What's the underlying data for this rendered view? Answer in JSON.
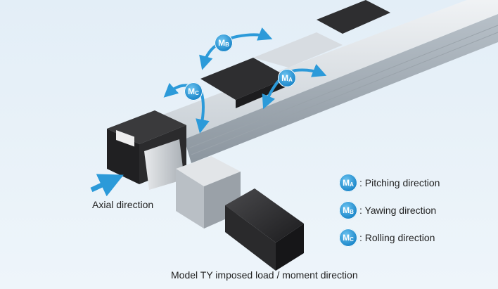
{
  "moments": {
    "ma": {
      "symbol": "M",
      "sub": "A",
      "label": ": Pitching direction"
    },
    "mb": {
      "symbol": "M",
      "sub": "B",
      "label": ": Yawing direction"
    },
    "mc": {
      "symbol": "M",
      "sub": "C",
      "label": ": Rolling direction"
    }
  },
  "axial_label": "Axial direction",
  "caption": "Model TY imposed load / moment direction",
  "colors": {
    "accent": "#2c9ad9",
    "rail": "#c4ccd3",
    "block": "#2e2e30"
  }
}
